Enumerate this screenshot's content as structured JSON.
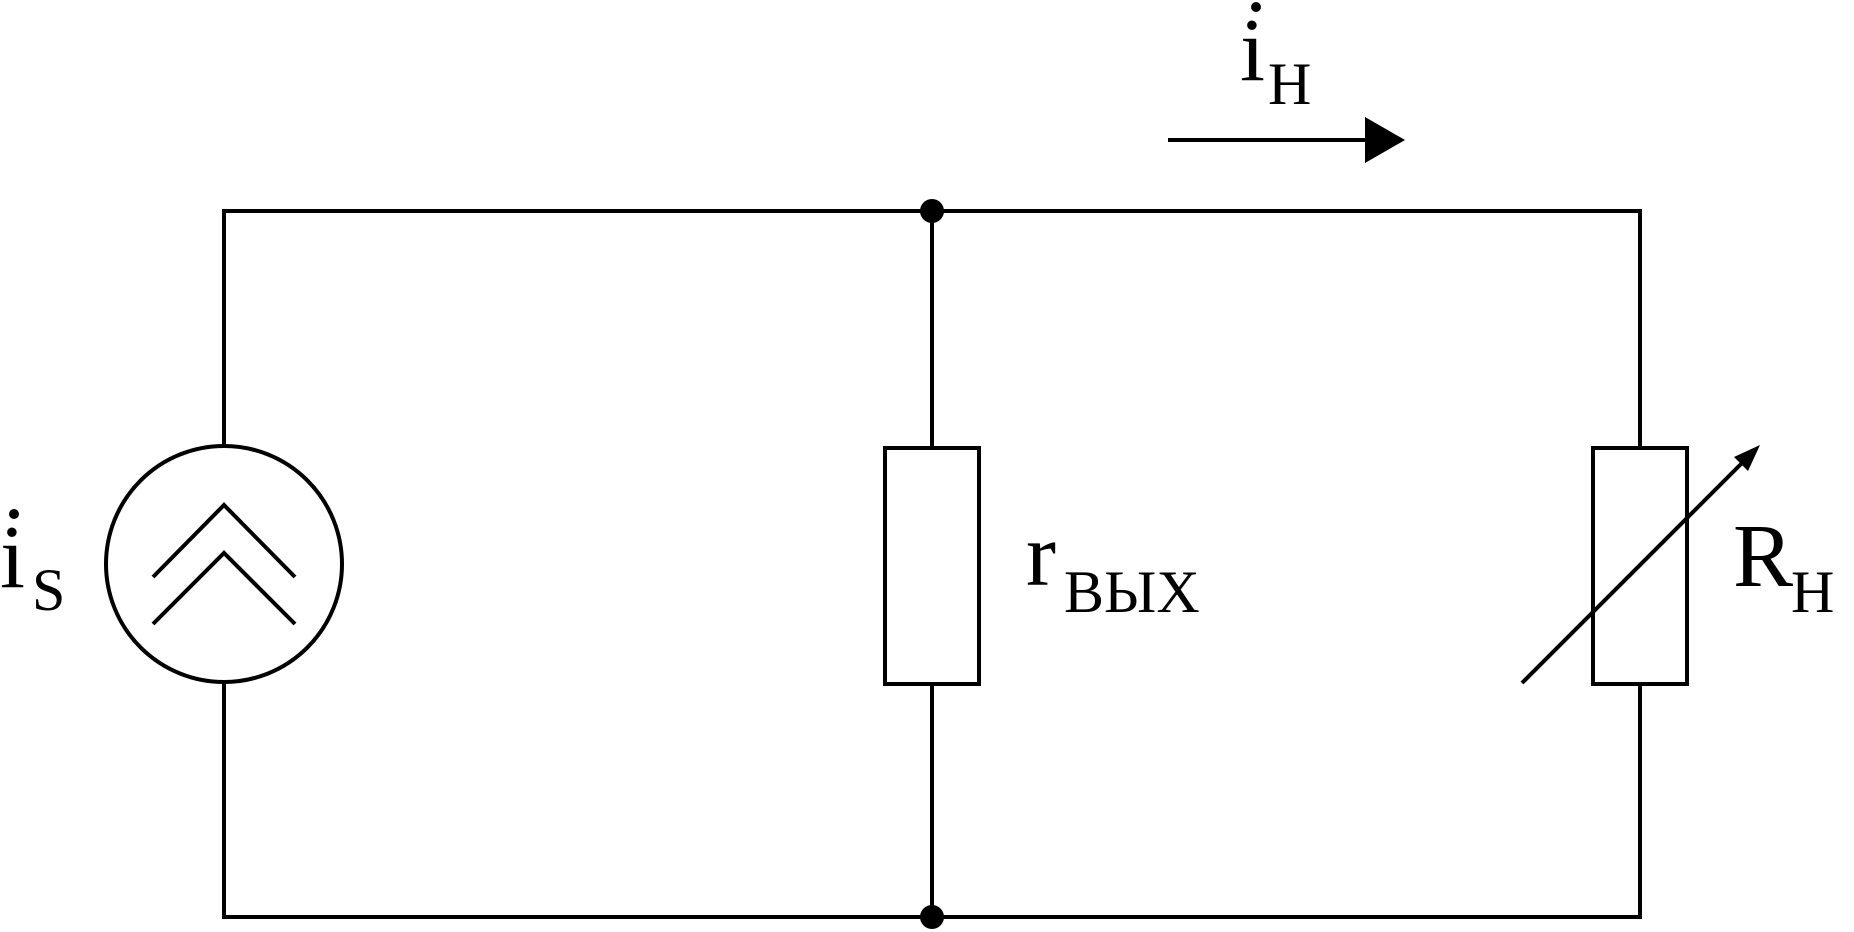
{
  "diagram": {
    "source": {
      "symbol": "i",
      "subscript": "S",
      "has_dot": true
    },
    "output_resistor": {
      "symbol": "r",
      "subscript": "ВЫХ"
    },
    "load_resistor": {
      "symbol": "R",
      "subscript": "Н",
      "variable": true
    },
    "load_current": {
      "symbol": "i",
      "subscript": "Н",
      "has_dot": true,
      "direction": "right"
    },
    "colors": {
      "line": "#000000",
      "background": "#ffffff"
    }
  }
}
